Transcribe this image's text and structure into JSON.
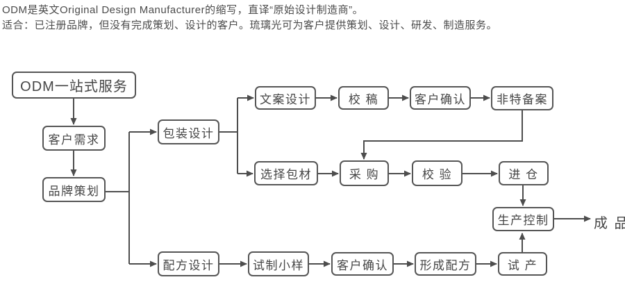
{
  "header": {
    "line1": "ODM是英文Original Design Manufacturer的缩写，直译“原始设计制造商”。",
    "line2": "适合：已注册品牌，但没有完成策划、设计的客户。琉璃光可为客户提供策划、设计、研发、制造服务。"
  },
  "flowchart": {
    "nodes": {
      "odm_service": "ODM一站式服务",
      "customer_needs": "客户需求",
      "brand_planning": "品牌策划",
      "packaging_design": "包装设计",
      "copy_design": "文案设计",
      "proofreading": "校 稿",
      "customer_confirm_1": "客户确认",
      "non_special_filing": "非特备案",
      "select_packaging": "选择包材",
      "purchase": "采 购",
      "verification": "校 验",
      "warehousing": "进 仓",
      "production_control": "生产控制",
      "finished_product": "成 品",
      "formula_design": "配方设计",
      "trial_sample": "试制小样",
      "customer_confirm_2": "客户确认",
      "formula_formation": "形成配方",
      "trial_production": "试 产"
    },
    "colors": {
      "border": "#555555",
      "text": "#454545",
      "line": "#4d4d4d",
      "background": "#ffffff"
    }
  }
}
